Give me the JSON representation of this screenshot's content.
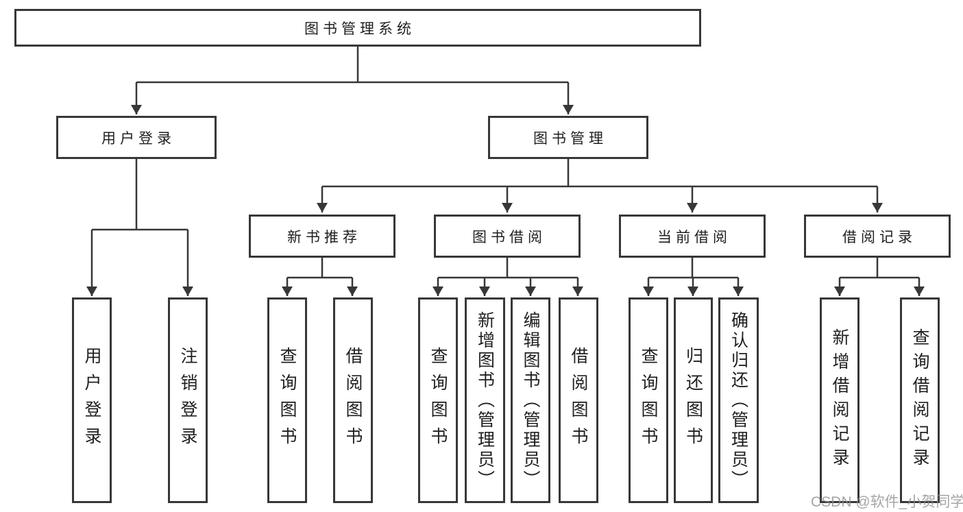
{
  "tree": {
    "label": "图书管理系统",
    "children": [
      {
        "label": "用户登录",
        "children": [
          {
            "label": "用户登录"
          },
          {
            "label": "注销登录"
          }
        ]
      },
      {
        "label": "图书管理",
        "children": [
          {
            "label": "新书推荐",
            "children": [
              {
                "label": "查询图书"
              },
              {
                "label": "借阅图书"
              }
            ]
          },
          {
            "label": "图书借阅",
            "children": [
              {
                "label": "查询图书"
              },
              {
                "label": "新增图书（管理员）"
              },
              {
                "label": "编辑图书（管理员）"
              },
              {
                "label": "借阅图书"
              }
            ]
          },
          {
            "label": "当前借阅",
            "children": [
              {
                "label": "查询图书"
              },
              {
                "label": "归还图书"
              },
              {
                "label": "确认归还（管理员）"
              }
            ]
          },
          {
            "label": "借阅记录",
            "children": [
              {
                "label": "新增借阅记录"
              },
              {
                "label": "查询借阅记录"
              }
            ]
          }
        ]
      }
    ]
  },
  "watermark": {
    "text": "CSDN @软件_小贺同学"
  },
  "colors": {
    "line": "#373737",
    "node_text": "#1f1f1f",
    "watermark": "#8f8f8f",
    "background": "#ffffff"
  }
}
